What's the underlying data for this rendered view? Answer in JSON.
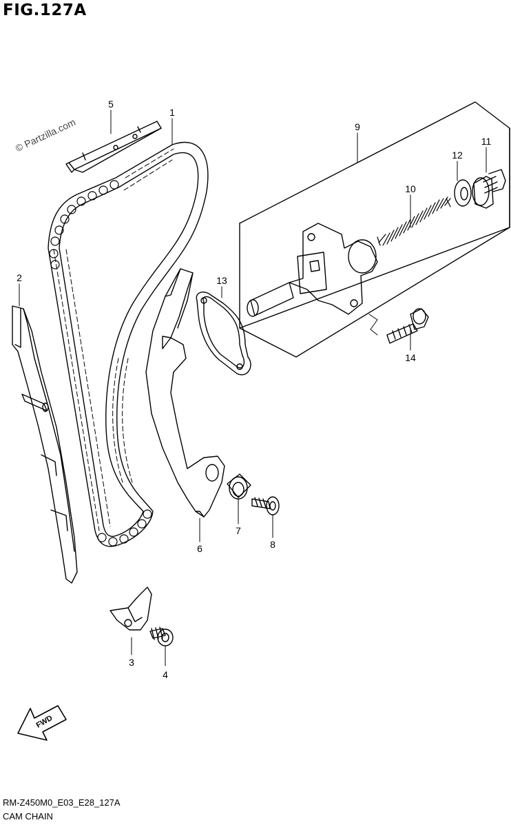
{
  "figure": {
    "title": "FIG.127A"
  },
  "watermark": {
    "text": "© Partzilla.com"
  },
  "footer": {
    "model_code": "RM-Z450M0_E03_E28_127A",
    "section_name": "CAM CHAIN"
  },
  "fwd_label": "FWD",
  "callouts": [
    {
      "id": "1",
      "label": "1",
      "part": "cam-chain"
    },
    {
      "id": "2",
      "label": "2",
      "part": "chain-guide-front"
    },
    {
      "id": "3",
      "label": "3",
      "part": "guide-bracket"
    },
    {
      "id": "4",
      "label": "4",
      "part": "bracket-bolt"
    },
    {
      "id": "5",
      "label": "5",
      "part": "chain-guide-top"
    },
    {
      "id": "6",
      "label": "6",
      "part": "tensioner-arm"
    },
    {
      "id": "7",
      "label": "7",
      "part": "arm-collar"
    },
    {
      "id": "8",
      "label": "8",
      "part": "arm-bolt"
    },
    {
      "id": "9",
      "label": "9",
      "part": "tensioner-assembly"
    },
    {
      "id": "10",
      "label": "10",
      "part": "tensioner-spring"
    },
    {
      "id": "11",
      "label": "11",
      "part": "tensioner-cap-bolt"
    },
    {
      "id": "12",
      "label": "12",
      "part": "gasket-washer"
    },
    {
      "id": "13",
      "label": "13",
      "part": "tensioner-gasket"
    },
    {
      "id": "14",
      "label": "14",
      "part": "tensioner-bolt"
    }
  ],
  "colors": {
    "ink": "#000000",
    "background": "#ffffff"
  }
}
